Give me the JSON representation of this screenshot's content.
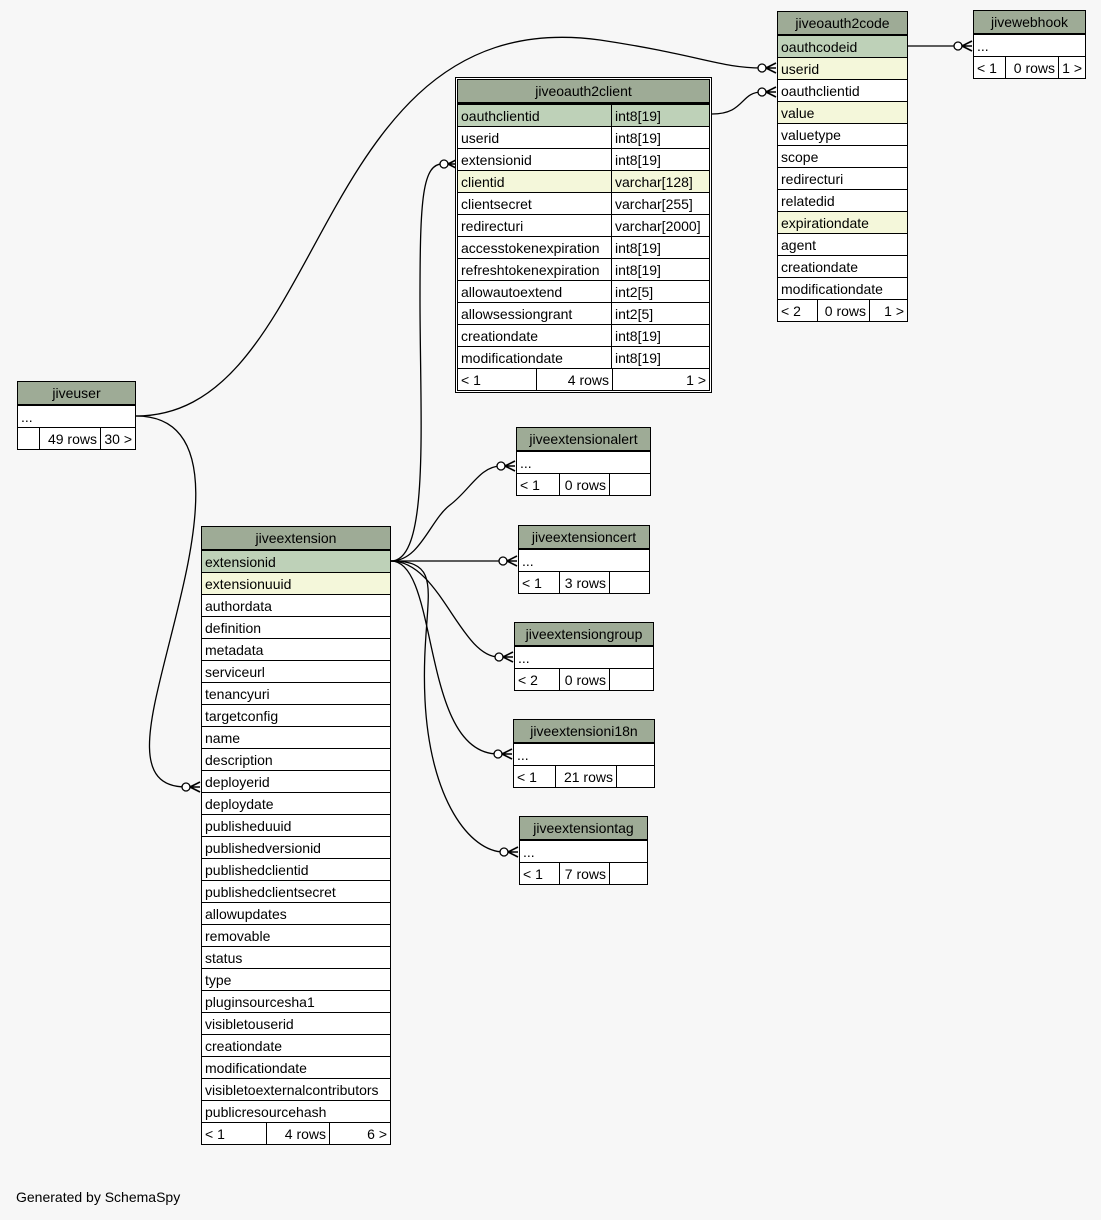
{
  "caption": "Generated by SchemaSpy",
  "tables": {
    "jiveoauth2code": {
      "title": "jiveoauth2code",
      "rows": [
        {
          "name": "oauthcodeid",
          "kind": "pk"
        },
        {
          "name": "userid",
          "kind": "idx"
        },
        {
          "name": "oauthclientid",
          "kind": ""
        },
        {
          "name": "value",
          "kind": "idx"
        },
        {
          "name": "valuetype",
          "kind": ""
        },
        {
          "name": "scope",
          "kind": ""
        },
        {
          "name": "redirecturi",
          "kind": ""
        },
        {
          "name": "relatedid",
          "kind": ""
        },
        {
          "name": "expirationdate",
          "kind": "idx"
        },
        {
          "name": "agent",
          "kind": ""
        },
        {
          "name": "creationdate",
          "kind": ""
        },
        {
          "name": "modificationdate",
          "kind": ""
        }
      ],
      "footer": {
        "parents": "< 2",
        "rows": "0 rows",
        "children": "1 >"
      }
    },
    "jivewebhook": {
      "title": "jivewebhook",
      "rows": [
        {
          "name": "...",
          "kind": ""
        }
      ],
      "footer": {
        "parents": "< 1",
        "rows": "0 rows",
        "children": "1 >"
      }
    },
    "jiveoauth2client": {
      "title": "jiveoauth2client",
      "rows": [
        {
          "name": "oauthclientid",
          "type": "int8[19]",
          "kind": "pk"
        },
        {
          "name": "userid",
          "type": "int8[19]",
          "kind": ""
        },
        {
          "name": "extensionid",
          "type": "int8[19]",
          "kind": ""
        },
        {
          "name": "clientid",
          "type": "varchar[128]",
          "kind": "idx"
        },
        {
          "name": "clientsecret",
          "type": "varchar[255]",
          "kind": ""
        },
        {
          "name": "redirecturi",
          "type": "varchar[2000]",
          "kind": ""
        },
        {
          "name": "accesstokenexpiration",
          "type": "int8[19]",
          "kind": ""
        },
        {
          "name": "refreshtokenexpiration",
          "type": "int8[19]",
          "kind": ""
        },
        {
          "name": "allowautoextend",
          "type": "int2[5]",
          "kind": ""
        },
        {
          "name": "allowsessiongrant",
          "type": "int2[5]",
          "kind": ""
        },
        {
          "name": "creationdate",
          "type": "int8[19]",
          "kind": ""
        },
        {
          "name": "modificationdate",
          "type": "int8[19]",
          "kind": ""
        }
      ],
      "footer": {
        "parents": "< 1",
        "rows": "4 rows",
        "children": "1 >"
      }
    },
    "jiveuser": {
      "title": "jiveuser",
      "rows": [
        {
          "name": "...",
          "kind": ""
        }
      ],
      "footer": {
        "parents": "",
        "rows": "49 rows",
        "children": "30 >"
      }
    },
    "jiveextension": {
      "title": "jiveextension",
      "rows": [
        {
          "name": "extensionid",
          "kind": "pk"
        },
        {
          "name": "extensionuuid",
          "kind": "idx"
        },
        {
          "name": "authordata",
          "kind": ""
        },
        {
          "name": "definition",
          "kind": ""
        },
        {
          "name": "metadata",
          "kind": ""
        },
        {
          "name": "serviceurl",
          "kind": ""
        },
        {
          "name": "tenancyuri",
          "kind": ""
        },
        {
          "name": "targetconfig",
          "kind": ""
        },
        {
          "name": "name",
          "kind": ""
        },
        {
          "name": "description",
          "kind": ""
        },
        {
          "name": "deployerid",
          "kind": ""
        },
        {
          "name": "deploydate",
          "kind": ""
        },
        {
          "name": "publisheduuid",
          "kind": ""
        },
        {
          "name": "publishedversionid",
          "kind": ""
        },
        {
          "name": "publishedclientid",
          "kind": ""
        },
        {
          "name": "publishedclientsecret",
          "kind": ""
        },
        {
          "name": "allowupdates",
          "kind": ""
        },
        {
          "name": "removable",
          "kind": ""
        },
        {
          "name": "status",
          "kind": ""
        },
        {
          "name": "type",
          "kind": ""
        },
        {
          "name": "pluginsourcesha1",
          "kind": ""
        },
        {
          "name": "visibletouserid",
          "kind": ""
        },
        {
          "name": "creationdate",
          "kind": ""
        },
        {
          "name": "modificationdate",
          "kind": ""
        },
        {
          "name": "visibletoexternalcontributors",
          "kind": ""
        },
        {
          "name": "publicresourcehash",
          "kind": ""
        }
      ],
      "footer": {
        "parents": "< 1",
        "rows": "4 rows",
        "children": "6 >"
      }
    },
    "jiveextensionalert": {
      "title": "jiveextensionalert",
      "rows": [
        {
          "name": "...",
          "kind": ""
        }
      ],
      "footer": {
        "parents": "< 1",
        "rows": "0 rows",
        "children": ""
      }
    },
    "jiveextensioncert": {
      "title": "jiveextensioncert",
      "rows": [
        {
          "name": "...",
          "kind": ""
        }
      ],
      "footer": {
        "parents": "< 1",
        "rows": "3 rows",
        "children": ""
      }
    },
    "jiveextensiongroup": {
      "title": "jiveextensiongroup",
      "rows": [
        {
          "name": "...",
          "kind": ""
        }
      ],
      "footer": {
        "parents": "< 2",
        "rows": "0 rows",
        "children": ""
      }
    },
    "jiveextensioni18n": {
      "title": "jiveextensioni18n",
      "rows": [
        {
          "name": "...",
          "kind": ""
        }
      ],
      "footer": {
        "parents": "< 1",
        "rows": "21 rows",
        "children": ""
      }
    },
    "jiveextensiontag": {
      "title": "jiveextensiontag",
      "rows": [
        {
          "name": "...",
          "kind": ""
        }
      ],
      "footer": {
        "parents": "< 1",
        "rows": "7 rows",
        "children": ""
      }
    }
  },
  "colors": {
    "title_bg": "#9eab96",
    "primary_key_bg": "#bed1b8",
    "indexed_bg": "#f4f7da",
    "background": "#f7f7f7"
  }
}
